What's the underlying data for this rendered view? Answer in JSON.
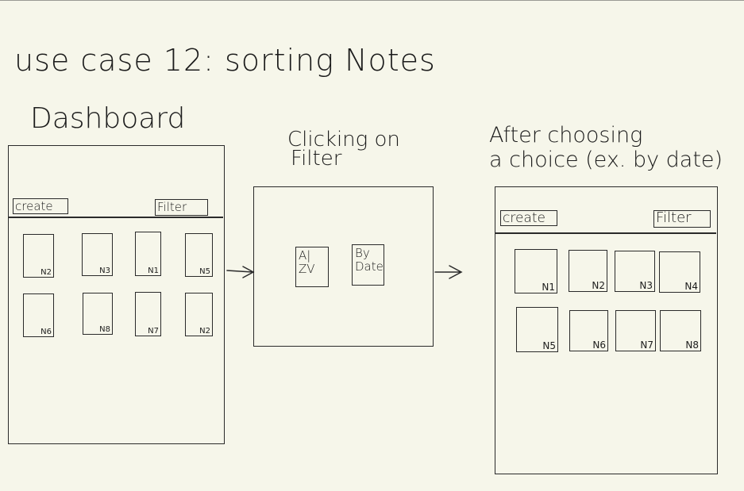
{
  "title": "use case 12: sorting Notes",
  "dashboard": {
    "label": "Dashboard",
    "create_label": "create",
    "filter_label": "Filter",
    "notes": [
      "N2",
      "N3",
      "N1",
      "N5",
      "N6",
      "N8",
      "N7",
      "N2"
    ]
  },
  "filter_popup": {
    "label_line1": "Clicking on",
    "label_line2": "Filter",
    "options": [
      "A|\nZV",
      "By\nDate"
    ]
  },
  "result": {
    "label_line1": "After choosing",
    "label_line2": "a choice (ex. by date)",
    "create_label": "create",
    "filter_label": "Filter",
    "notes": [
      "N1",
      "N2",
      "N3",
      "N4",
      "N5",
      "N6",
      "N7",
      "N8"
    ]
  }
}
